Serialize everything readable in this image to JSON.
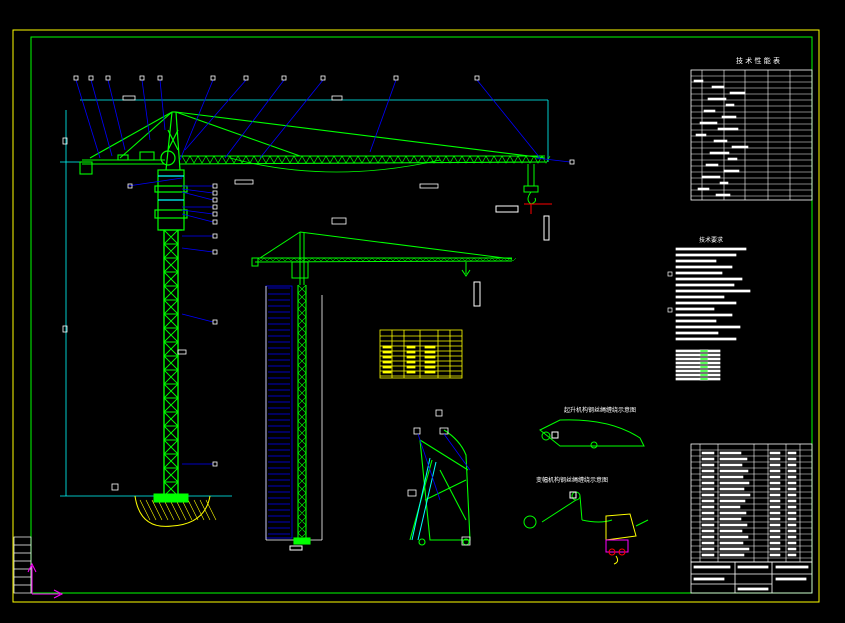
{
  "drawing": {
    "title_block_label": "技 术 性 能 表",
    "caption_1": "起升机构钢丝绳缠绕示意图",
    "caption_2": "变幅机构钢丝绳缠绕示意图",
    "section_label": "技术要求"
  },
  "colors": {
    "background": "#000000",
    "frame": "#ffff00",
    "tower": "#00ff00",
    "dimension": "#00ffff",
    "leader": "#0000ff",
    "table": "#ffffff",
    "highlight_table": "#ffff00",
    "axis_red": "#ff0000",
    "axis_magenta": "#ff00ff"
  },
  "icons": [
    "ucs-axis-icon"
  ]
}
